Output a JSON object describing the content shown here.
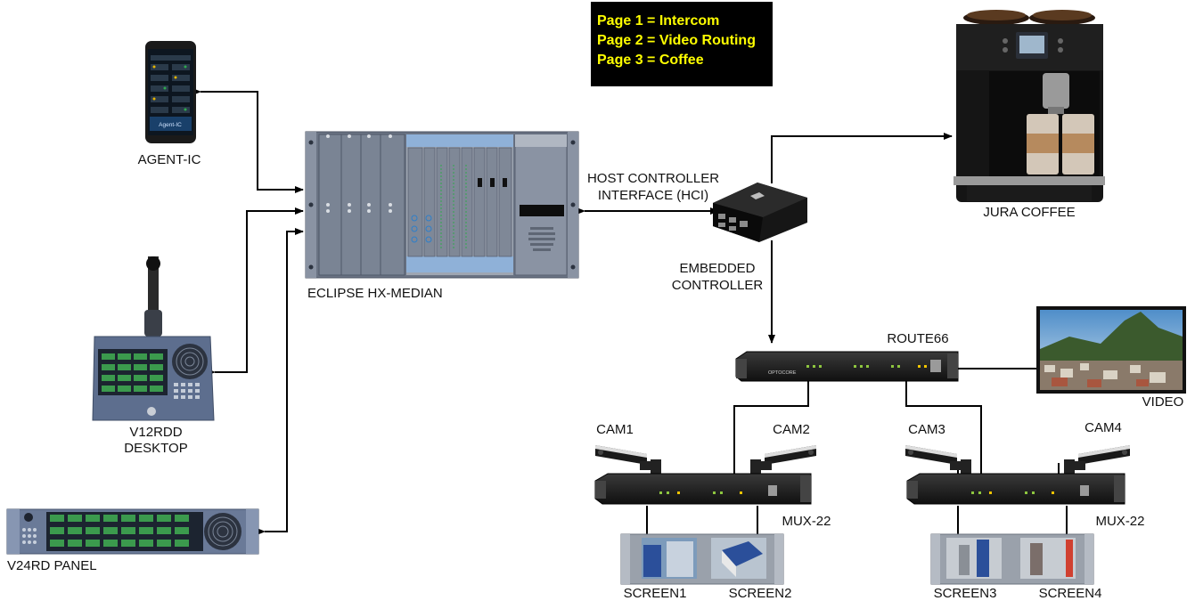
{
  "legend": [
    "Page 1 = Intercom",
    "Page 2 = Video Routing",
    "Page 3 = Coffee"
  ],
  "labels": {
    "agent_ic": "AGENT-IC",
    "eclipse": "ECLIPSE HX-MEDIAN",
    "v12rdd_line1": "V12RDD",
    "v12rdd_line2": "DESKTOP",
    "v24rd": "V24RD PANEL",
    "hci_line1": "HOST CONTROLLER",
    "hci_line2": "INTERFACE (HCI)",
    "embedded_line1": "EMBEDDED",
    "embedded_line2": "CONTROLLER",
    "jura": "JURA COFFEE",
    "route66": "ROUTE66",
    "video": "VIDEO",
    "cam1": "CAM1",
    "cam2": "CAM2",
    "cam3": "CAM3",
    "cam4": "CAM4",
    "mux_left": "MUX-22",
    "mux_right": "MUX-22",
    "screen1": "SCREEN1",
    "screen2": "SCREEN2",
    "screen3": "SCREEN3",
    "screen4": "SCREEN4"
  },
  "device_text": {
    "phone_app": "Agent-IC",
    "route66_brand": "OPTOCORE"
  }
}
